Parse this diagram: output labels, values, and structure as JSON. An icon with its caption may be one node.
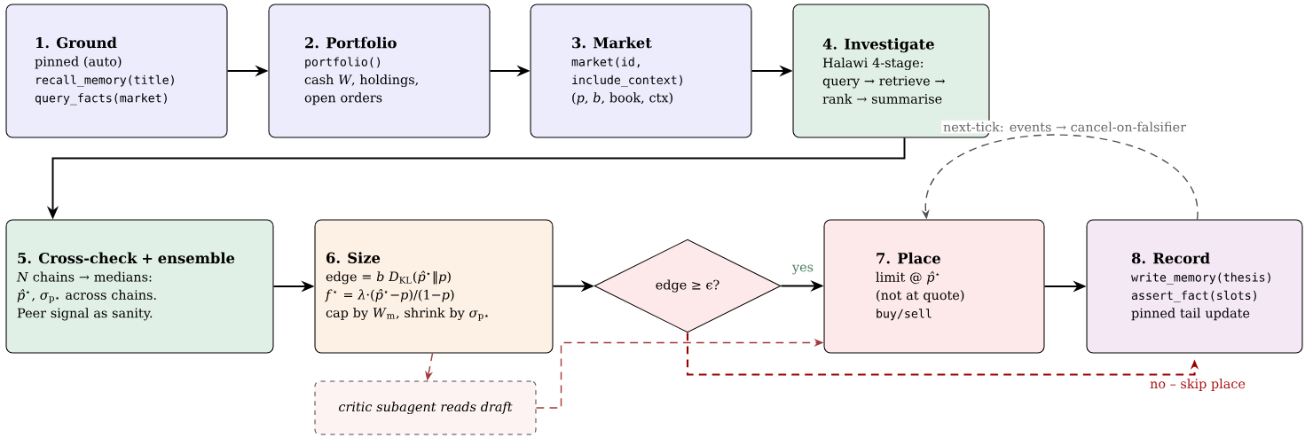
{
  "diagram": {
    "nodes": [
      {
        "text": [
          "1. Ground",
          "pinned (auto)",
          "recall_memory(title)",
          "query_facts(market)"
        ]
      },
      {
        "text": [
          "2. Portfolio",
          "portfolio()",
          "cash *W*, holdings, open orders"
        ]
      },
      {
        "text": [
          "3. Market",
          "market(id, include_context)",
          "(*p*, *b*, book, ctx)"
        ]
      },
      {
        "text": [
          "4. Investigate",
          "Halawi 4-stage: query → retrieve → rank → summarise"
        ]
      },
      {
        "text": [
          "5. Cross-check + ensemble",
          "*N* chains → medians:",
          "*p̂*$^{⋆}$, *σ*$_{p⋆}$ across chains.",
          "Peer signal as sanity."
        ]
      },
      {
        "text": [
          "6. Size",
          "edge = *b* *D*$_{KL}$(*p̂*$^{⋆}$‖*p*)",
          "*f*$^{⋆}$ = *λ*·(*p̂*$^{⋆}$−*p*)/(1−*p*)",
          "cap by *W*$_{m}$, shrink by *σ*$_{p⋆}$"
        ]
      },
      {
        "text": [
          "edge ≥ ϵ?"
        ]
      },
      {
        "text": [
          "7. Place",
          "limit @ *p̂*$^{⋆}$",
          "(not at quote)",
          "buy/sell"
        ]
      },
      {
        "text": [
          "8. Record",
          "write_memory(thesis)",
          "assert_fact(slots)",
          "pinned tail update"
        ]
      },
      {
        "text": [
          "critic subagent reads draft"
        ]
      }
    ],
    "edges": [
      {
        "from": 0,
        "to": 1,
        "arrow": "to"
      },
      {
        "from": 1,
        "to": 2,
        "arrow": "to"
      },
      {
        "from": 2,
        "to": 3,
        "arrow": "to"
      },
      {
        "from": 3,
        "to": 4,
        "arrow": "to"
      },
      {
        "from": 4,
        "to": 5,
        "arrow": "to"
      },
      {
        "from": 5,
        "to": 6,
        "arrow": "to"
      },
      {
        "from": 6,
        "to": 7,
        "arrow": "to",
        "label": "yes"
      },
      {
        "from": 7,
        "to": 8,
        "arrow": "to"
      },
      {
        "from": 8,
        "to": 7,
        "arrow": "to",
        "label": "next-tick: events → cancel-on-falsifier",
        "style": "dashed",
        "color": "#505050"
      },
      {
        "from": 6,
        "to": 8,
        "arrow": "to",
        "label": "no – skip place",
        "style": "dashed",
        "color": "#990000"
      },
      {
        "from": 5,
        "to": 9,
        "arrow": "to",
        "style": "dashed",
        "color": "#a33a3a"
      },
      {
        "from": 9,
        "to": 7,
        "arrow": "to",
        "style": "dashed",
        "color": "#a33a3a"
      }
    ]
  }
}
